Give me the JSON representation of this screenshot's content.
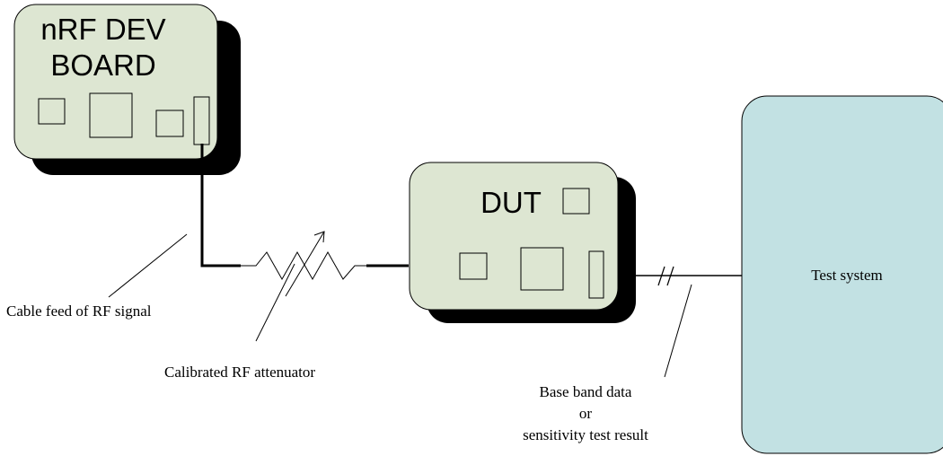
{
  "dev_board": {
    "title_line1": "nRF DEV",
    "title_line2": "BOARD"
  },
  "dut": {
    "title": "DUT"
  },
  "test_system": {
    "label": "Test system"
  },
  "annotations": {
    "cable_feed": "Cable feed of RF signal",
    "attenuator": "Calibrated RF attenuator",
    "baseband_line1": "Base band data",
    "baseband_line2": "or",
    "baseband_line3": "sensitivity test result"
  },
  "colors": {
    "board_fill": "#dde6d2",
    "test_system_fill": "#c2e1e3",
    "shadow": "#000000",
    "stroke": "#000000"
  }
}
